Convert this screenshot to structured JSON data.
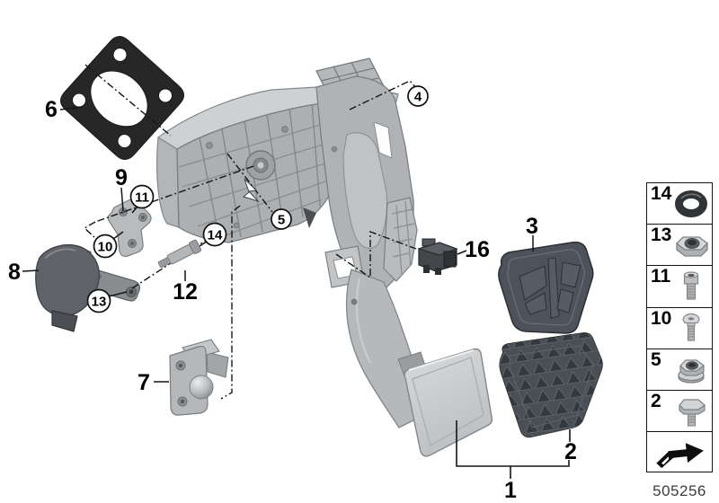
{
  "page": {
    "background_color": "#ffffff"
  },
  "diagram": {
    "description": "Pedal assembly exploded parts diagram",
    "labels": {
      "1": "1",
      "2": "2",
      "3": "3",
      "4": "4",
      "5": "5",
      "6": "6",
      "7": "7",
      "8": "8",
      "9": "9",
      "10": "10",
      "11": "11",
      "12": "12",
      "13": "13",
      "14": "14",
      "16": "16"
    },
    "colors": {
      "outline": "#1a1a1a",
      "part_light_gray": "#ced1d3",
      "part_mid_gray": "#b0b3b5",
      "part_dark_gray": "#4e535b",
      "rubber_dark": "#2e3236"
    }
  },
  "sidebar": {
    "items": [
      {
        "number": "14",
        "icon": "o-ring-icon"
      },
      {
        "number": "13",
        "icon": "hex-nut-icon"
      },
      {
        "number": "11",
        "icon": "socket-head-screw-icon"
      },
      {
        "number": "10",
        "icon": "pan-head-screw-icon"
      },
      {
        "number": "5",
        "icon": "flange-nut-icon"
      },
      {
        "number": "2",
        "icon": "hex-bolt-icon"
      }
    ],
    "footer_code": "505256"
  }
}
